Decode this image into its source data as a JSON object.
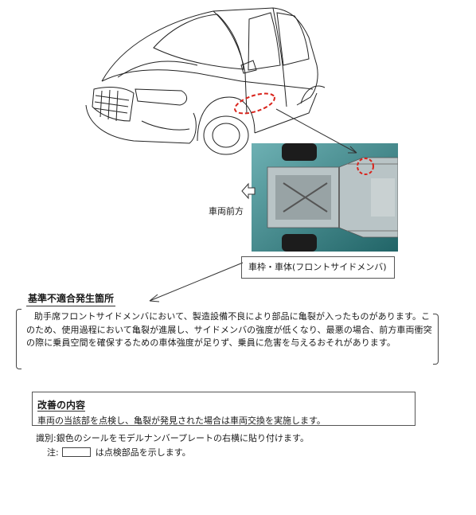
{
  "figure": {
    "front_label": "車両前方",
    "callout_label": "車枠・車体(フロントサイドメンバ)"
  },
  "location": {
    "heading": "基準不適合発生箇所",
    "description": "助手席フロントサイドメンバにおいて、製造設備不良により部品に亀裂が入ったものがあります。このため、使用過程において亀裂が進展し、サイドメンバの強度が低くなり、最悪の場合、前方車両衝突の際に乗員空間を確保するための車体強度が足りず、乗員に危害を与えるおそれがあります。"
  },
  "improvement": {
    "heading": "改善の内容",
    "body": "車両の当該部を点検し、亀裂が発見された場合は車両交換を実施します。"
  },
  "identification": {
    "text": "識別:銀色のシールをモデルナンバープレートの右横に貼り付けます。"
  },
  "note": {
    "prefix": "注:",
    "suffix": "は点検部品を示します。"
  },
  "colors": {
    "highlight_red": "#d9241c",
    "underbody_teal": "#2f8f93"
  }
}
